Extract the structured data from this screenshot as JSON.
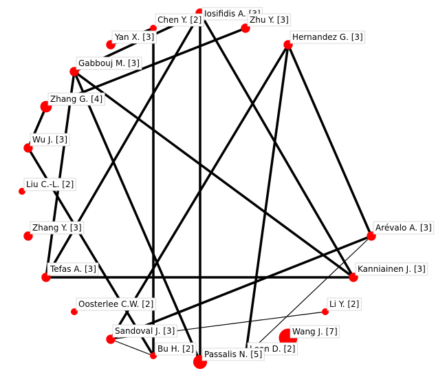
{
  "chart_data": {
    "type": "network",
    "colors": {
      "node": "#ff0000",
      "edge": "#000000",
      "label_bg": "#ffffff",
      "label_border": "#cfcfcf"
    },
    "nodes": [
      {
        "id": "iosifidis",
        "label": "Iosifidis A. [3]",
        "weight": 3
      },
      {
        "id": "zhu",
        "label": "Zhu Y. [3]",
        "weight": 3
      },
      {
        "id": "hernandez",
        "label": "Hernandez G. [3]",
        "weight": 3
      },
      {
        "id": "arevalo",
        "label": "Arévalo A. [3]",
        "weight": 3
      },
      {
        "id": "kanniainen",
        "label": "Kanniainen J. [3]",
        "weight": 3
      },
      {
        "id": "li",
        "label": "Li Y. [2]",
        "weight": 2
      },
      {
        "id": "wang",
        "label": "Wang J. [7]",
        "weight": 7
      },
      {
        "id": "leon",
        "label": "Leon D. [2]",
        "weight": 2
      },
      {
        "id": "passalis",
        "label": "Passalis N. [5]",
        "weight": 5
      },
      {
        "id": "bu",
        "label": "Bu H. [2]",
        "weight": 2
      },
      {
        "id": "sandoval",
        "label": "Sandoval J. [3]",
        "weight": 3
      },
      {
        "id": "oosterlee",
        "label": "Oosterlee C.W. [2]",
        "weight": 2
      },
      {
        "id": "tefas",
        "label": "Tefas A. [3]",
        "weight": 3
      },
      {
        "id": "zhangy",
        "label": "Zhang Y. [3]",
        "weight": 3
      },
      {
        "id": "liu",
        "label": "Liu C.-L. [2]",
        "weight": 2
      },
      {
        "id": "wu",
        "label": "Wu J. [3]",
        "weight": 3
      },
      {
        "id": "zhangg",
        "label": "Zhang G. [4]",
        "weight": 4
      },
      {
        "id": "gabbouj",
        "label": "Gabbouj M. [3]",
        "weight": 3
      },
      {
        "id": "yan",
        "label": "Yan X. [3]",
        "weight": 3
      },
      {
        "id": "chen",
        "label": "Chen Y. [2]",
        "weight": 2
      }
    ],
    "edges": [
      {
        "source": "chen",
        "target": "bu",
        "weight": 3
      },
      {
        "source": "iosifidis",
        "target": "passalis",
        "weight": 3
      },
      {
        "source": "iosifidis",
        "target": "kanniainen",
        "weight": 3
      },
      {
        "source": "iosifidis",
        "target": "tefas",
        "weight": 3
      },
      {
        "source": "iosifidis",
        "target": "gabbouj",
        "weight": 3
      },
      {
        "source": "zhu",
        "target": "zhangg",
        "weight": 3
      },
      {
        "source": "chen",
        "target": "yan",
        "weight": 3
      },
      {
        "source": "hernandez",
        "target": "arevalo",
        "weight": 3
      },
      {
        "source": "hernandez",
        "target": "sandoval",
        "weight": 3
      },
      {
        "source": "hernandez",
        "target": "leon",
        "weight": 3
      },
      {
        "source": "arevalo",
        "target": "sandoval",
        "weight": 3
      },
      {
        "source": "arevalo",
        "target": "leon",
        "weight": 1
      },
      {
        "source": "kanniainen",
        "target": "tefas",
        "weight": 3
      },
      {
        "source": "kanniainen",
        "target": "gabbouj",
        "weight": 3
      },
      {
        "source": "li",
        "target": "sandoval",
        "weight": 1
      },
      {
        "source": "gabbouj",
        "target": "passalis",
        "weight": 3
      },
      {
        "source": "gabbouj",
        "target": "tefas",
        "weight": 3
      },
      {
        "source": "zhangg",
        "target": "wu",
        "weight": 3
      },
      {
        "source": "wu",
        "target": "bu",
        "weight": 3
      },
      {
        "source": "sandoval",
        "target": "bu",
        "weight": 1
      }
    ]
  }
}
